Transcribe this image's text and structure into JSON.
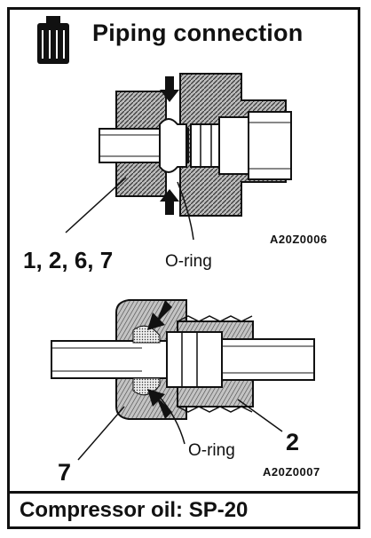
{
  "title": "Piping connection",
  "diagram1": {
    "code": "A20Z0006",
    "part_numbers": "1, 2, 6, 7",
    "oring_label": "O-ring"
  },
  "diagram2": {
    "code": "A20Z0007",
    "left_number": "7",
    "right_number": "2",
    "oring_label": "O-ring"
  },
  "footer": {
    "text": "Compressor oil: SP-20"
  },
  "icons": {
    "header": "oil-can-icon"
  }
}
